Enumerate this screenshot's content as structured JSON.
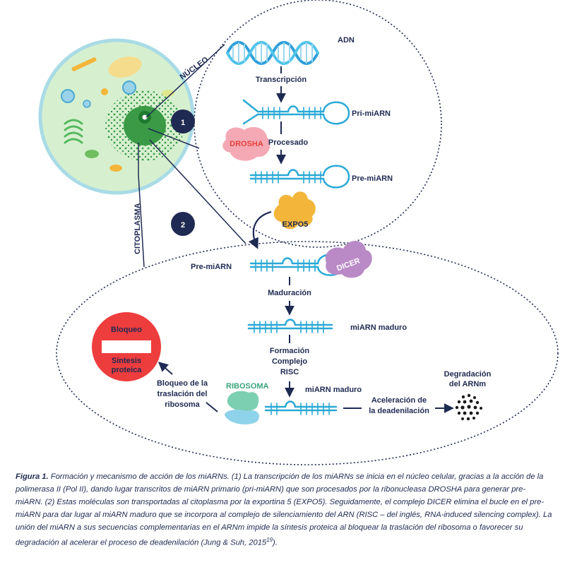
{
  "labels": {
    "nucleo": "NÚCLEO",
    "citoplasma": "CITOPLASMA",
    "adn": "ADN",
    "transcripcion": "Transcripción",
    "pri_miarn": "Pri-miARN",
    "drosha": "DROSHA",
    "procesado": "Procesado",
    "pre_miarn_1": "Pre-miARN",
    "expo5": "EXPO5",
    "pre_miarn_2": "Pre-miARN",
    "dicer": "DICER",
    "maduracion": "Maduración",
    "miarn_maduro_1": "miARN maduro",
    "formacion_1": "Formación",
    "formacion_2": "Complejo",
    "formacion_3": "RISC",
    "miarn_maduro_2": "miARN maduro",
    "ribosoma": "RIBOSOMA",
    "bloqueo_trasl_1": "Bloqueo de la",
    "bloqueo_trasl_2": "traslación del",
    "bloqueo_trasl_3": "ribosoma",
    "acel_1": "Aceleración de",
    "acel_2": "la deadenilación",
    "degr_1": "Degradación",
    "degr_2": "del ARNm",
    "stop_1": "Bloqueo",
    "stop_2": "Síntesis",
    "stop_3": "proteica",
    "step_1": "1",
    "step_2": "2"
  },
  "caption": {
    "title": "Figura 1.",
    "body": " Formación y mecanismo de acción de los miARNs. (1) La transcripción de los miARNs se inicia en el núcleo celular, gracias a la acción de la polimerasa II (Pol II), dando lugar transcritos de miARN primario (pri-miARN) que son procesados por la ribonucleasa DROSHA para generar pre-miARN. (2) Estas moléculas son transportadas al citoplasma por la exportina 5 (EXPO5). Seguidamente, el complejo DICER elimina el bucle en el pre-miARN para dar lugar al miARN maduro que se incorpora al complejo de silenciamiento del ARN (RISC – del inglés, RNA-induced silencing complex). La unión del miARN a sus secuencias complementarias en el ARNm impide la síntesis proteica al bloquear la traslación del ribosoma o favorecer su degradación al acelerar el proceso de deadenilación (Jung & Suh, 2015",
    "ref_sup": "19",
    "end": ")."
  },
  "colors": {
    "navy": "#1f2a52",
    "rna": "#2aa9d6",
    "dna_a": "#2e9fd8",
    "dna_b": "#4fc3e8",
    "drosha": "#f4a9b5",
    "drosha_text": "#e8423a",
    "expo5": "#f3b63b",
    "dicer": "#b98ac6",
    "ribosome_top": "#7ccfb1",
    "ribosome_bottom": "#8fd3ea",
    "stop_red": "#ee3d3d",
    "cell_fill": "#d6f0cf",
    "cell_border": "#a9dbe6"
  }
}
